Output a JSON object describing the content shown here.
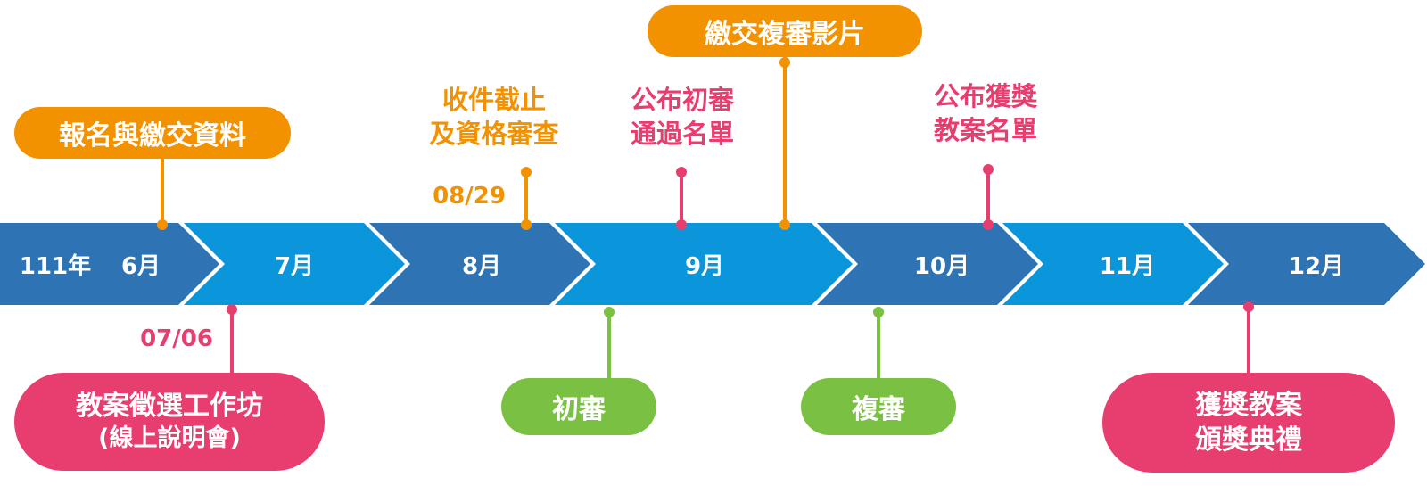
{
  "timeline": {
    "year_label": "111年",
    "months": [
      "6月",
      "7月",
      "8月",
      "9月",
      "10月",
      "11月",
      "12月"
    ]
  },
  "events": {
    "registration": "報名與繳交資料",
    "workshop_date": "07/06",
    "workshop_line1": "教案徵選工作坊",
    "workshop_line2": "(線上說明會)",
    "deadline_line1": "收件截止",
    "deadline_line2": "及資格審查",
    "deadline_date": "08/29",
    "first_review": "初審",
    "announce_first_line1": "公布初審",
    "announce_first_line2": "通過名單",
    "submit_video": "繳交複審影片",
    "second_review": "複審",
    "announce_award_line1": "公布獲獎",
    "announce_award_line2": "教案名單",
    "ceremony_line1": "獲獎教案",
    "ceremony_line2": "頒獎典禮"
  },
  "colors": {
    "dark_blue": "#2e74b5",
    "light_blue": "#0b96dc",
    "orange": "#f39200",
    "green": "#7ac143",
    "pink": "#e83d6f"
  }
}
